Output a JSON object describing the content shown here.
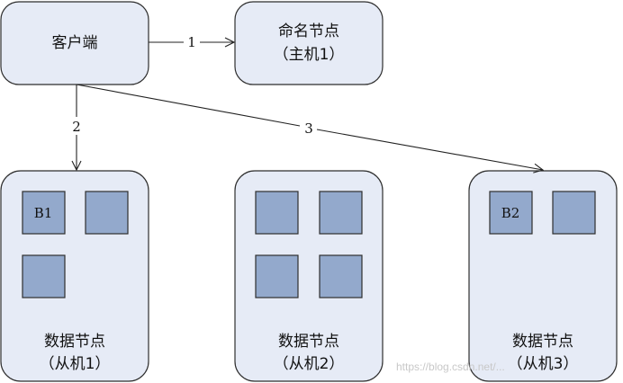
{
  "nodes": {
    "client": {
      "label": "客户端"
    },
    "name_node": {
      "line1": "命名节点",
      "line2": "（主机1）"
    },
    "data_node_1": {
      "line1": "数据节点",
      "line2": "（从机1）",
      "block_a": "B1"
    },
    "data_node_2": {
      "line1": "数据节点",
      "line2": "（从机2）"
    },
    "data_node_3": {
      "line1": "数据节点",
      "line2": "（从机3）",
      "block_a": "B2"
    }
  },
  "edges": {
    "client_to_namenode": "1",
    "client_to_datanode1": "2",
    "client_to_datanode3": "3"
  },
  "colors": {
    "node_fill": "#e6ebf6",
    "block_fill": "#93a9cc",
    "stroke": "#2e2e2e"
  },
  "watermark": "https://blog.csdn.net/..."
}
